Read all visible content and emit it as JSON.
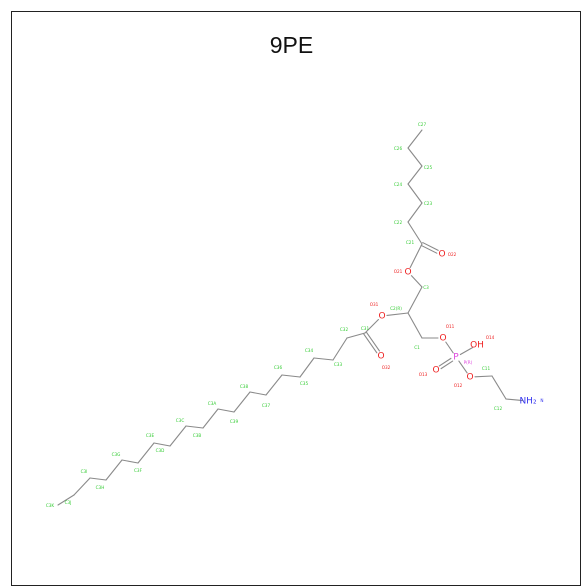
{
  "title": "9PE",
  "colors": {
    "bond": "#8a8a8a",
    "carbon": "#33cc33",
    "oxygen": "#ee2222",
    "phosphorus": "#dd44dd",
    "nitrogen": "#3333ee"
  },
  "molecule": {
    "atoms": [
      {
        "id": "C27",
        "label": "C27",
        "el": "C"
      },
      {
        "id": "C26",
        "label": "C26",
        "el": "C"
      },
      {
        "id": "C25",
        "label": "C25",
        "el": "C"
      },
      {
        "id": "C24",
        "label": "C24",
        "el": "C"
      },
      {
        "id": "C23",
        "label": "C23",
        "el": "C"
      },
      {
        "id": "C22",
        "label": "C22",
        "el": "C"
      },
      {
        "id": "C21",
        "label": "C21",
        "el": "C"
      },
      {
        "id": "O22",
        "label": "O22",
        "el": "O",
        "show": "O"
      },
      {
        "id": "O21",
        "label": "O21",
        "el": "O",
        "show": "O"
      },
      {
        "id": "C3",
        "label": "C3",
        "el": "C"
      },
      {
        "id": "C2",
        "label": "C2(R)",
        "el": "C"
      },
      {
        "id": "O31",
        "label": "O31",
        "el": "O",
        "show": "O"
      },
      {
        "id": "C31",
        "label": "C31",
        "el": "C"
      },
      {
        "id": "O32",
        "label": "O32",
        "el": "O",
        "show": "O"
      },
      {
        "id": "C32",
        "label": "C32",
        "el": "C"
      },
      {
        "id": "C33",
        "label": "C33",
        "el": "C"
      },
      {
        "id": "C34",
        "label": "C34",
        "el": "C"
      },
      {
        "id": "C35",
        "label": "C35",
        "el": "C"
      },
      {
        "id": "C36",
        "label": "C36",
        "el": "C"
      },
      {
        "id": "C37",
        "label": "C37",
        "el": "C"
      },
      {
        "id": "C38",
        "label": "C38",
        "el": "C"
      },
      {
        "id": "C39",
        "label": "C39",
        "el": "C"
      },
      {
        "id": "C3A",
        "label": "C3A",
        "el": "C"
      },
      {
        "id": "C3B",
        "label": "C3B",
        "el": "C"
      },
      {
        "id": "C3C",
        "label": "C3C",
        "el": "C"
      },
      {
        "id": "C3D",
        "label": "C3D",
        "el": "C"
      },
      {
        "id": "C3E",
        "label": "C3E",
        "el": "C"
      },
      {
        "id": "C3F",
        "label": "C3F",
        "el": "C"
      },
      {
        "id": "C3G",
        "label": "C3G",
        "el": "C"
      },
      {
        "id": "C3H",
        "label": "C3H",
        "el": "C"
      },
      {
        "id": "C3I",
        "label": "C3I",
        "el": "C"
      },
      {
        "id": "C1",
        "label": "C1",
        "el": "C"
      },
      {
        "id": "O11",
        "label": "O11",
        "el": "O",
        "show": "O"
      },
      {
        "id": "P",
        "label": "P(R)",
        "el": "P",
        "show": "P"
      },
      {
        "id": "O14",
        "label": "O14",
        "el": "O",
        "show": "OH"
      },
      {
        "id": "O13",
        "label": "O13",
        "el": "O",
        "show": "O"
      },
      {
        "id": "O12",
        "label": "O12",
        "el": "O",
        "show": "O"
      },
      {
        "id": "C11",
        "label": "C11",
        "el": "C"
      },
      {
        "id": "C12",
        "label": "C12",
        "el": "C"
      },
      {
        "id": "N",
        "label": "N",
        "el": "N",
        "show": "NH₂"
      }
    ],
    "bonds": [
      [
        "C27",
        "C26",
        1
      ],
      [
        "C26",
        "C25",
        1
      ],
      [
        "C25",
        "C24",
        1
      ],
      [
        "C24",
        "C23",
        1
      ],
      [
        "C23",
        "C22",
        1
      ],
      [
        "C22",
        "C21",
        1
      ],
      [
        "C21",
        "O22",
        2
      ],
      [
        "C21",
        "O21",
        1
      ],
      [
        "O21",
        "C3",
        1
      ],
      [
        "C3",
        "C2",
        1
      ],
      [
        "C2",
        "O31",
        1
      ],
      [
        "O31",
        "C31",
        1
      ],
      [
        "C31",
        "O32",
        2
      ],
      [
        "C31",
        "C32",
        1
      ],
      [
        "C32",
        "C33",
        1
      ],
      [
        "C33",
        "C34",
        1
      ],
      [
        "C34",
        "C35",
        1
      ],
      [
        "C35",
        "C36",
        1
      ],
      [
        "C36",
        "C37",
        1
      ],
      [
        "C37",
        "C38",
        1
      ],
      [
        "C38",
        "C39",
        1
      ],
      [
        "C39",
        "C3A",
        1
      ],
      [
        "C3A",
        "C3B",
        1
      ],
      [
        "C3B",
        "C3C",
        1
      ],
      [
        "C3C",
        "C3D",
        1
      ],
      [
        "C3D",
        "C3E",
        1
      ],
      [
        "C3E",
        "C3F",
        1
      ],
      [
        "C3F",
        "C3G",
        1
      ],
      [
        "C3G",
        "C3H",
        1
      ],
      [
        "C3H",
        "C3I",
        1
      ],
      [
        "C2",
        "C1",
        1
      ],
      [
        "C1",
        "O11",
        1
      ],
      [
        "O11",
        "P",
        1
      ],
      [
        "P",
        "O14",
        1
      ],
      [
        "P",
        "O13",
        2
      ],
      [
        "P",
        "O12",
        1
      ],
      [
        "O12",
        "C11",
        1
      ],
      [
        "C11",
        "C12",
        1
      ],
      [
        "C12",
        "N",
        1
      ]
    ]
  }
}
